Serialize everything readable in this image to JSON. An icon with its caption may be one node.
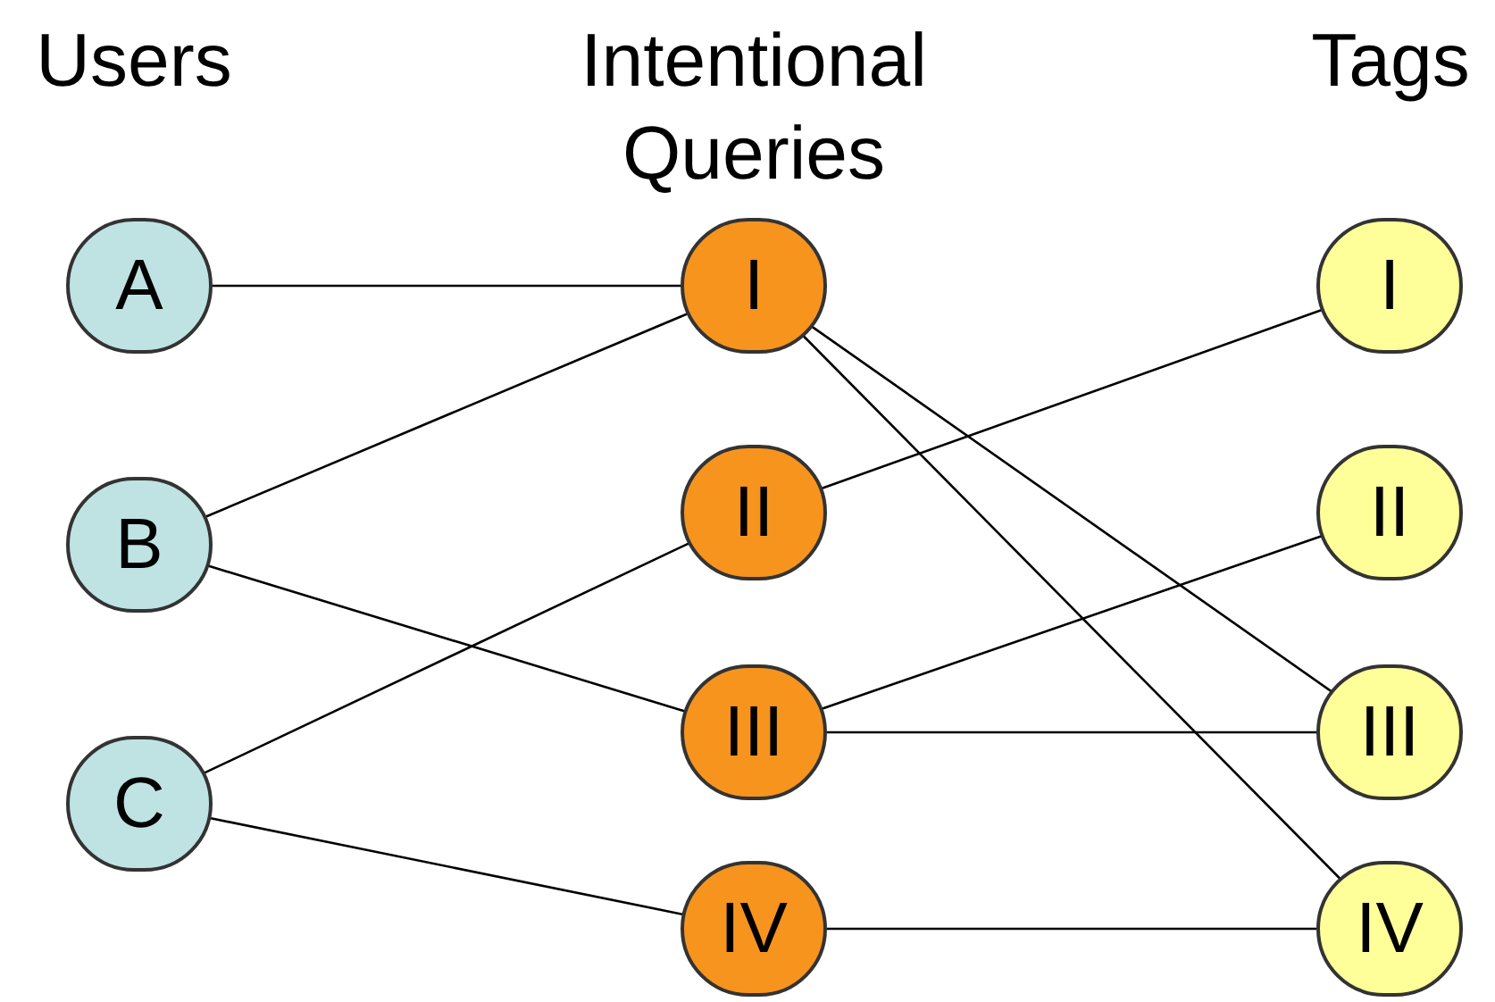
{
  "diagram": {
    "nodes": [
      {
        "text": [
          "A"
        ]
      },
      {
        "text": [
          "B"
        ]
      },
      {
        "text": [
          "C"
        ]
      },
      {
        "text": [
          "I"
        ]
      },
      {
        "text": [
          "II"
        ]
      },
      {
        "text": [
          "III"
        ]
      },
      {
        "text": [
          "IV"
        ]
      },
      {
        "text": [
          "I"
        ]
      },
      {
        "text": [
          "II"
        ]
      },
      {
        "text": [
          "III"
        ]
      },
      {
        "text": [
          "IV"
        ]
      }
    ],
    "edges": [
      {
        "from": 0,
        "to": 3,
        "arrow": "none"
      },
      {
        "from": 1,
        "to": 3,
        "arrow": "none"
      },
      {
        "from": 1,
        "to": 5,
        "arrow": "none"
      },
      {
        "from": 2,
        "to": 4,
        "arrow": "none"
      },
      {
        "from": 2,
        "to": 6,
        "arrow": "none"
      },
      {
        "from": 3,
        "to": 9,
        "arrow": "none"
      },
      {
        "from": 3,
        "to": 10,
        "arrow": "none"
      },
      {
        "from": 4,
        "to": 7,
        "arrow": "none"
      },
      {
        "from": 5,
        "to": 8,
        "arrow": "none"
      },
      {
        "from": 5,
        "to": 9,
        "arrow": "none"
      },
      {
        "from": 6,
        "to": 10,
        "arrow": "none"
      }
    ],
    "labels": [
      "Users",
      "Intentional Queries",
      "Tags"
    ]
  }
}
